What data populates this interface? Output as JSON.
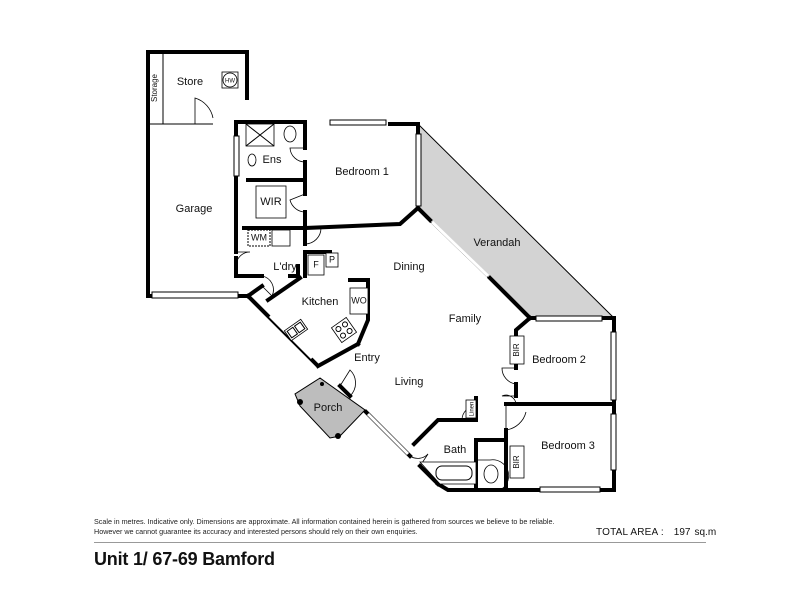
{
  "plan": {
    "rooms": {
      "store": "Store",
      "storage": "Storage",
      "hw": "HW",
      "garage": "Garage",
      "ens": "Ens",
      "wir": "WIR",
      "bedroom1": "Bedroom 1",
      "verandah": "Verandah",
      "wm": "WM",
      "ldry": "L'dry",
      "fridge": "F",
      "pantry": "P",
      "dining": "Dining",
      "kitchen": "Kitchen",
      "wo": "WO",
      "family": "Family",
      "bir2": "BIR",
      "bedroom2": "Bedroom 2",
      "entry": "Entry",
      "living": "Living",
      "porch": "Porch",
      "linen": "Linen",
      "bath": "Bath",
      "bir3": "BIR",
      "bedroom3": "Bedroom 3"
    },
    "colors": {
      "verandah_fill": "#d3d3d3",
      "porch_fill": "#bdbdbd",
      "wall": "#000000"
    }
  },
  "footer": {
    "disclaimer": "Scale in metres. Indicative only. Dimensions are approximate. All information contained herein is gathered from sources we believe to be reliable. However we cannot guarantee its accuracy and interested persons should rely on their own enquiries.",
    "total_area_label": "TOTAL AREA :",
    "total_area_value": "197",
    "total_area_unit": "sq.m",
    "address": "Unit 1/ 67-69 Bamford"
  }
}
